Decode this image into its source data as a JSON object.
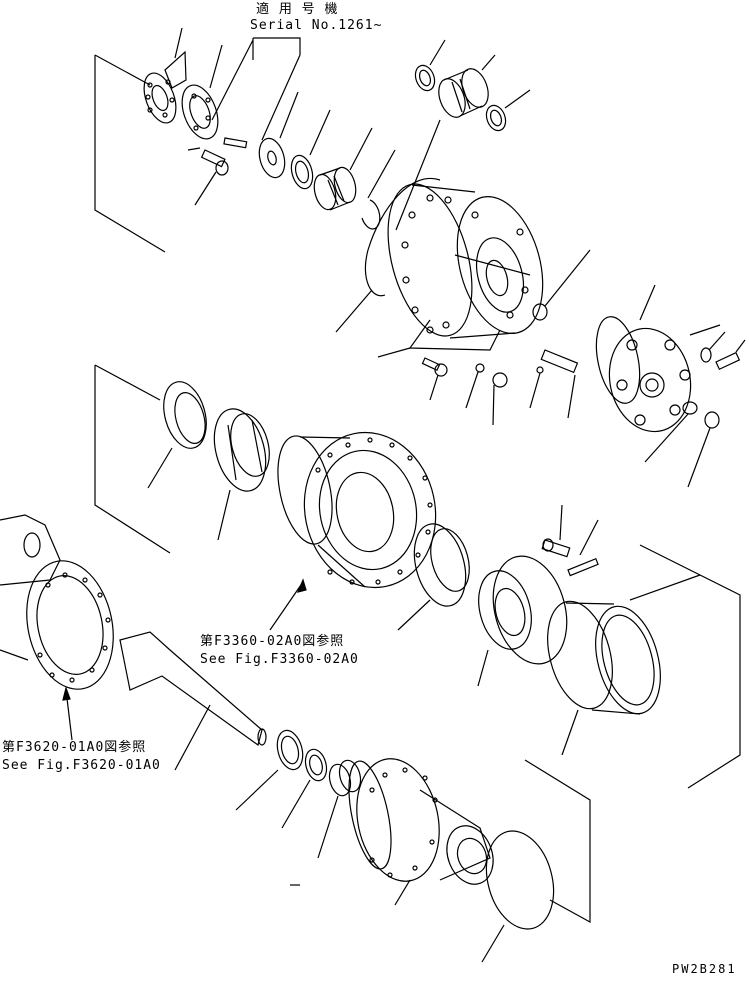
{
  "applicability": {
    "jp": "適 用 号 機",
    "serial": "Serial No.1261~"
  },
  "refs": [
    {
      "jp": "第F3360-02A0図参照",
      "en": "See Fig.F3360-02A0"
    },
    {
      "jp": "第F3620-01A0図参照",
      "en": "See Fig.F3620-01A0"
    }
  ],
  "drawing_code": "PW2B281",
  "colors": {
    "line": "#000000",
    "paper": "#ffffff"
  }
}
